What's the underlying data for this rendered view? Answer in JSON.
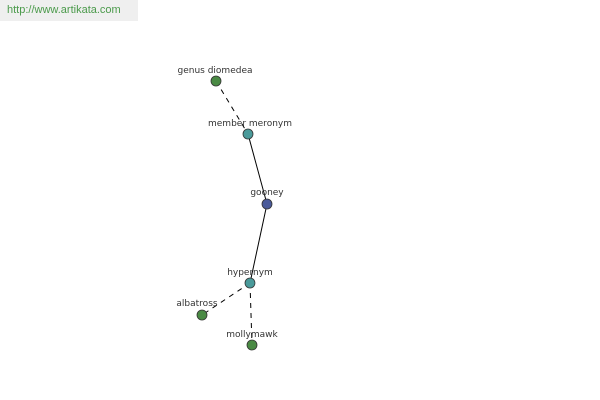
{
  "header": {
    "url": "http://www.artikata.com"
  },
  "graph": {
    "colors": {
      "center": "#4a5a9a",
      "relation": "#4a9a9a",
      "leaf": "#4a8a44",
      "stroke": "#333333",
      "edge": "#000000"
    },
    "nodes": [
      {
        "id": "genus",
        "label": "genus diomedea",
        "kind": "leaf"
      },
      {
        "id": "member",
        "label": "member meronym",
        "kind": "relation"
      },
      {
        "id": "gooney",
        "label": "gooney",
        "kind": "center"
      },
      {
        "id": "hypernym",
        "label": "hypernym",
        "kind": "relation"
      },
      {
        "id": "albatross",
        "label": "albatross",
        "kind": "leaf"
      },
      {
        "id": "mollymawk",
        "label": "mollymawk",
        "kind": "leaf"
      }
    ],
    "edges": [
      {
        "from": "genus",
        "to": "member",
        "style": "dashed"
      },
      {
        "from": "member",
        "to": "gooney",
        "style": "solid"
      },
      {
        "from": "gooney",
        "to": "hypernym",
        "style": "solid"
      },
      {
        "from": "hypernym",
        "to": "albatross",
        "style": "dashed"
      },
      {
        "from": "hypernym",
        "to": "mollymawk",
        "style": "dashed"
      }
    ]
  }
}
